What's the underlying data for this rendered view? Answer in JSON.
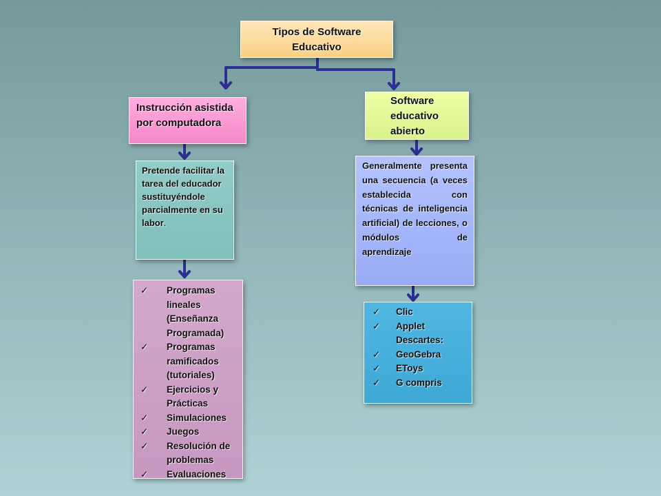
{
  "root": {
    "line1": "Tipos de Software",
    "line2": "Educativo"
  },
  "left": {
    "title": "Instrucción asistida por computadora",
    "description": "Pretende facilitar la tarea del educador sustituyéndole parcialmente en su labor",
    "description_end": ".",
    "items": [
      "Programas lineales (Enseñanza Programada)",
      "Programas ramificados (tutoriales)",
      "Ejercicios y Prácticas",
      "Simulaciones",
      "Juegos",
      "Resolución de problemas",
      "Evaluaciones"
    ]
  },
  "right": {
    "title": "Software educativo abierto",
    "description": "Generalmente presenta una secuencia (a veces establecida con técnicas de inteligencia artificial) de lecciones, o módulos de",
    "description_last": "aprendizaje",
    "items": [
      "Clic",
      "Applet Descartes:",
      "GeoGebra",
      "EToys",
      "G compris"
    ]
  },
  "check_glyph": "✓",
  "colors": {
    "connector": "#2c2f8f",
    "root_fill": "#f8cf86",
    "left_title_fill": "#f587c8",
    "right_title_fill": "#d9f28a",
    "left_desc_fill": "#7fbfba",
    "right_desc_fill": "#98acf5",
    "left_list_fill": "#c697c0",
    "right_list_fill": "#3ea8d6"
  }
}
